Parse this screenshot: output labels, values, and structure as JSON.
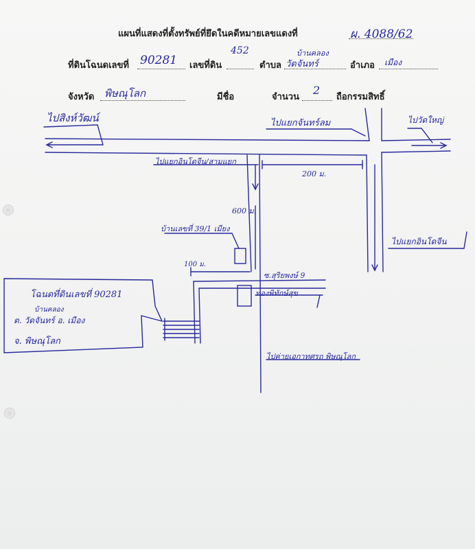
{
  "header": {
    "title": "แผนที่แสดงที่ตั้งทรัพย์ที่ยึดในคดีหมายเลขแดงที่",
    "case_number": "ผ. 4088/62",
    "deed_label": "ที่ดินโฉนดเลขที่",
    "deed_number": "90281",
    "land_no_label": "เลขที่ดิน",
    "land_no": "452",
    "subdistrict_label": "ตำบล",
    "subdistrict": "วัดจันทร์",
    "village_note": "บ้านคลอง",
    "district_label": "อำเภอ",
    "district": "เมือง",
    "province_label": "จังหวัด",
    "province": "พิษณุโลก",
    "named_label": "มีชื่อ",
    "count_label": "จำนวน",
    "count": "2",
    "owner_label": "ถือกรรมสิทธิ์"
  },
  "map": {
    "to_top_left": "ไปสิงห์วัฒน์",
    "to_top_mid": "ไปแยกจันทร์ลม",
    "to_top_right": "ไปวัดใหญ่",
    "to_road_left": "ไปแยกอินโดจีน/สามแยก",
    "dist_200": "200 ม.",
    "dist_600": "600 ม.",
    "dist_100": "100 ม.",
    "house_label": "บ้านเลขที่ 39/1 เมียง",
    "soi_label": "ซ.สุริยพงษ์ 9",
    "area_label": "ทองพิทักษ์สุข",
    "to_bottom": "ไปค่ายเอกาทศรถ พิษณุโลก",
    "to_right_lower": "ไปแยกอินโดจีน",
    "box_line1": "โฉนดที่ดินเลขที่ 90281",
    "box_line2": "บ้านคลอง",
    "box_line3": "ต. วัดจันทร์ อ. เมือง",
    "box_line4": "จ. พิษณุโลก"
  },
  "colors": {
    "ink_blue": "#27289a",
    "print_black": "#1f1f1f"
  }
}
